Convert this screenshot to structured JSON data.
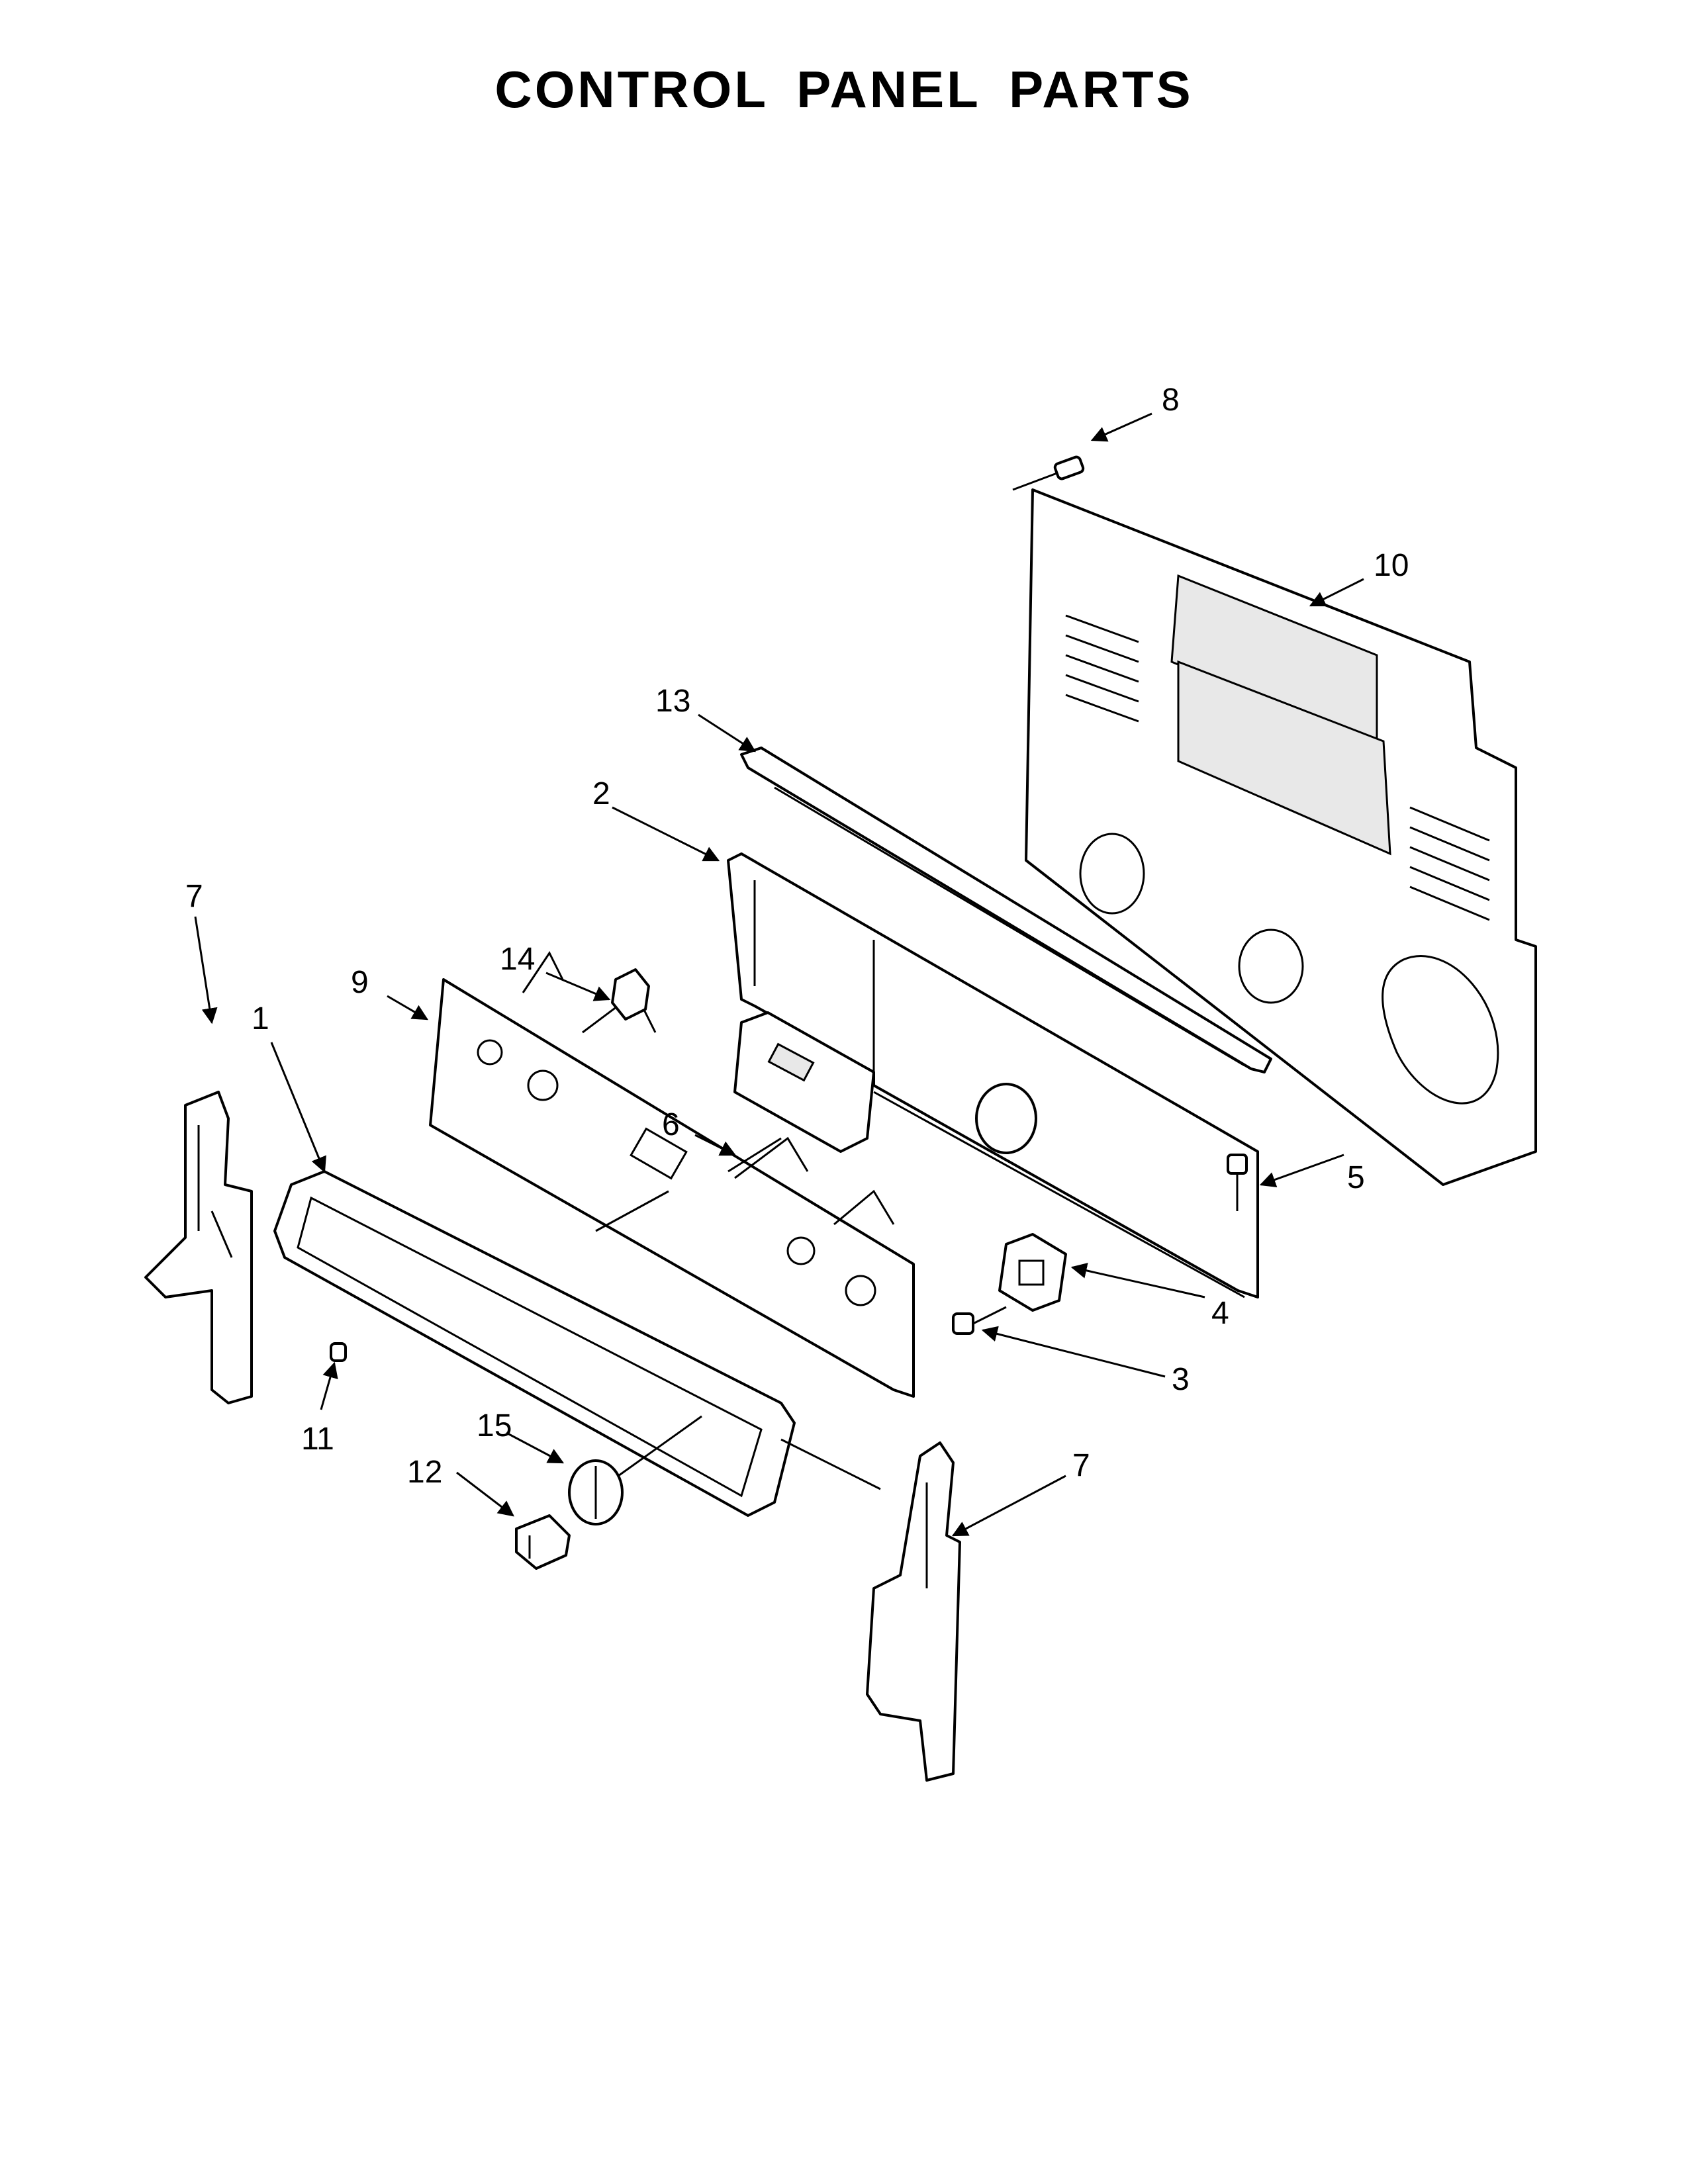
{
  "title": "CONTROL PANEL PARTS",
  "callouts": {
    "c1": "1",
    "c2": "2",
    "c3": "3",
    "c4": "4",
    "c5": "5",
    "c6": "6",
    "c7_left": "7",
    "c7_right": "7",
    "c8": "8",
    "c9": "9",
    "c10": "10",
    "c11": "11",
    "c12": "12",
    "c13": "13",
    "c14": "14",
    "c15": "15"
  }
}
